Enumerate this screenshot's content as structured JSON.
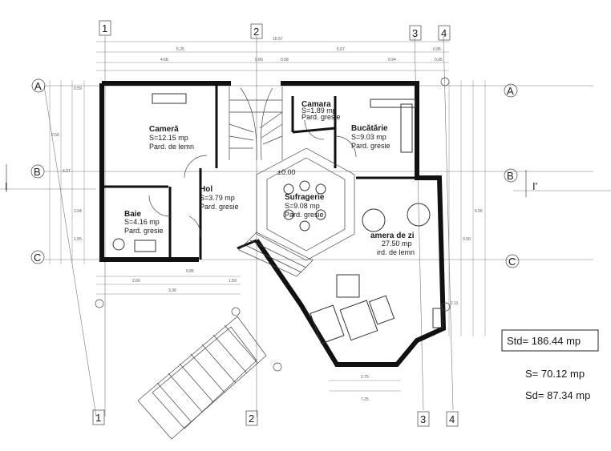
{
  "axes": {
    "vertical": [
      "1",
      "2",
      "3",
      "4"
    ],
    "horizontal": [
      "A",
      "B",
      "C"
    ],
    "section": [
      "I",
      "I'"
    ]
  },
  "rooms": [
    {
      "id": "camera",
      "name": "Cameră",
      "area": "S=12.15 mp",
      "finish": "Pard. de lemn"
    },
    {
      "id": "camara",
      "name": "Camara",
      "area": "S=1.89 mp",
      "finish": "Pard. gresie"
    },
    {
      "id": "bucatarie",
      "name": "Bucătărie",
      "area": "S=9.03 mp",
      "finish": "Pard. gresie"
    },
    {
      "id": "hol",
      "name": "Hol",
      "area": "S=3.79 mp",
      "finish": "Pard. gresie"
    },
    {
      "id": "baie",
      "name": "Baie",
      "area": "S=4.16 mp",
      "finish": "Pard. gresie"
    },
    {
      "id": "sufragerie",
      "name": "Sufragerie",
      "area": "S=9.08 mp",
      "finish": "Pard. gresie"
    },
    {
      "id": "camera-de-zi",
      "name": "amera de zi",
      "area": "27.50 mp",
      "finish": "ird. de lemn"
    }
  ],
  "level": "±0.00",
  "summary": {
    "std": "Std= 186.44 mp",
    "s": "S= 70.12 mp",
    "sd": "Sd= 87.34 mp"
  },
  "dimensions": {
    "top": [
      "16.57",
      "5.25",
      "5.07",
      "0.95",
      "4.68",
      "0.80",
      "0.58",
      "0.94",
      "0.95"
    ],
    "left": [
      "2.56",
      "4.27",
      "0.59",
      "2.94",
      "1.55"
    ],
    "bottom": [
      "2.66",
      "3.36",
      "1.59",
      "0.85",
      "2.75",
      "7.25"
    ],
    "right": [
      "6.56",
      "3.50",
      "2.11"
    ]
  }
}
